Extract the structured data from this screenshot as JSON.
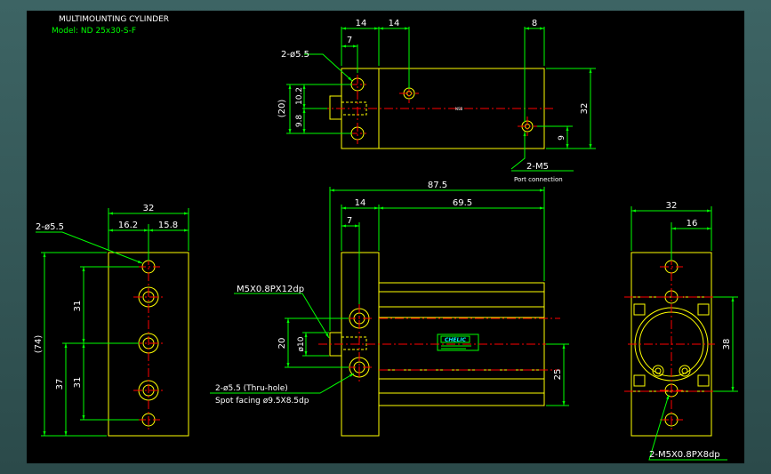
{
  "title": {
    "line1": "MULTIMOUNTING CYLINDER",
    "line2": "Model: ND 25x30-S-F"
  },
  "colors": {
    "outline": "#ffff00",
    "dimension": "#00ff00",
    "center": "#ff0000",
    "text_white": "#ffffff",
    "text_cyan": "#00ffff"
  },
  "top_view": {
    "dim_14a": "14",
    "dim_14b": "14",
    "dim_8": "8",
    "dim_7": "7",
    "hole_label": "2-ø5.5",
    "dim_20": "(20)",
    "dim_10_2": "10.2",
    "dim_9_8": "9.8",
    "dim_32": "32",
    "dim_9": "9",
    "port_label": "2-M5",
    "port_sub": "Port connection"
  },
  "front_view": {
    "dim_87_5": "87.5",
    "dim_14": "14",
    "dim_69_5": "69.5",
    "dim_7": "7",
    "tap_label": "M5X0.8PX12dp",
    "dim_20": "20",
    "dim_phi10": "ø10",
    "dim_25": "25",
    "hole_label": "2-ø5.5 (Thru-hole)",
    "spot_label": "Spot facing  ø9.5X8.5dp",
    "badge": "CHELIC"
  },
  "left_view": {
    "dim_32": "32",
    "dim_16_2": "16.2",
    "dim_15_8": "15.8",
    "hole_label": "2-ø5.5",
    "dim_74": "(74)",
    "dim_31a": "31",
    "dim_37": "37",
    "dim_31b": "31"
  },
  "right_view": {
    "dim_32": "32",
    "dim_16": "16",
    "dim_38": "38",
    "tap_label": "2-M5X0.8PX8dp"
  }
}
